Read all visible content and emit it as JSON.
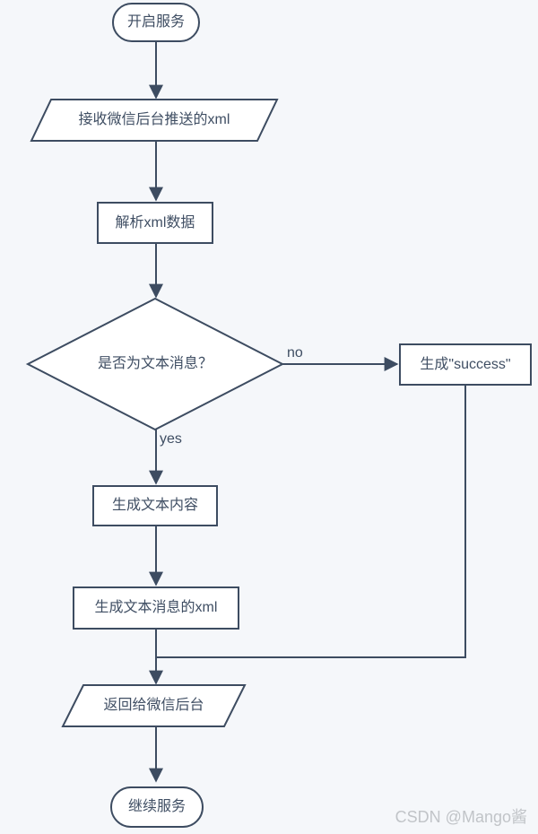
{
  "colors": {
    "background": "#f5f7fa",
    "node_fill": "#ffffff",
    "stroke": "#3d4c61",
    "text": "#3f4e63",
    "watermark_text": "#c1c4c8"
  },
  "nodes": {
    "start": {
      "shape": "terminator",
      "label": "开启服务"
    },
    "receive": {
      "shape": "io",
      "label": "接收微信后台推送的xml"
    },
    "parse": {
      "shape": "process",
      "label": "解析xml数据"
    },
    "is_text": {
      "shape": "decision",
      "label": "是否为文本消息？"
    },
    "gen_success": {
      "shape": "process",
      "label": "生成\"success\""
    },
    "gen_content": {
      "shape": "process",
      "label": "生成文本内容"
    },
    "gen_xml": {
      "shape": "process",
      "label": "生成文本消息的xml"
    },
    "reply": {
      "shape": "io",
      "label": "返回给微信后台"
    },
    "end": {
      "shape": "terminator",
      "label": "继续服务"
    }
  },
  "edge_labels": {
    "no": "no",
    "yes": "yes"
  },
  "watermark": {
    "text": "CSDN @Mango酱"
  }
}
